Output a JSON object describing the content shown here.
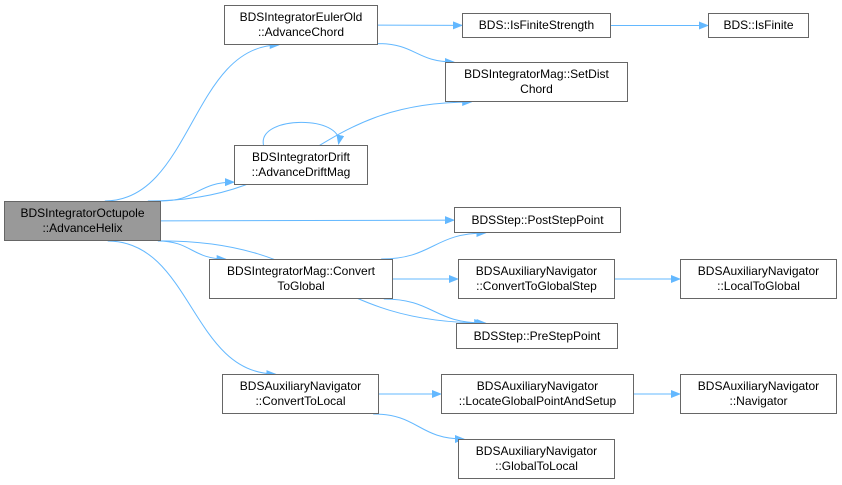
{
  "diagram": {
    "edge_color": "#63b8ff",
    "root_fill": "#999999",
    "node_border": "#666666",
    "nodes": [
      {
        "id": "root",
        "lines": [
          "BDSIntegratorOctupole",
          "::AdvanceHelix"
        ],
        "root": true
      },
      {
        "id": "euler",
        "lines": [
          "BDSIntegratorEulerOld",
          "::AdvanceChord"
        ]
      },
      {
        "id": "finitestrength",
        "lines": [
          "BDS::IsFiniteStrength"
        ]
      },
      {
        "id": "isfinite",
        "lines": [
          "BDS::IsFinite"
        ]
      },
      {
        "id": "setdist",
        "lines": [
          "BDSIntegratorMag::SetDist",
          "Chord"
        ]
      },
      {
        "id": "drift",
        "lines": [
          "BDSIntegratorDrift",
          "::AdvanceDriftMag"
        ]
      },
      {
        "id": "post",
        "lines": [
          "BDSStep::PostStepPoint"
        ]
      },
      {
        "id": "convglobal",
        "lines": [
          "BDSIntegratorMag::Convert",
          "ToGlobal"
        ]
      },
      {
        "id": "auxconvglobalstep",
        "lines": [
          "BDSAuxiliaryNavigator",
          "::ConvertToGlobalStep"
        ]
      },
      {
        "id": "auxlocaltoglobal",
        "lines": [
          "BDSAuxiliaryNavigator",
          "::LocalToGlobal"
        ]
      },
      {
        "id": "pre",
        "lines": [
          "BDSStep::PreStepPoint"
        ]
      },
      {
        "id": "auxconvlocal",
        "lines": [
          "BDSAuxiliaryNavigator",
          "::ConvertToLocal"
        ]
      },
      {
        "id": "auxlocate",
        "lines": [
          "BDSAuxiliaryNavigator",
          "::LocateGlobalPointAndSetup"
        ]
      },
      {
        "id": "auxnavigator",
        "lines": [
          "BDSAuxiliaryNavigator",
          "::Navigator"
        ]
      },
      {
        "id": "auxglobaltolocal",
        "lines": [
          "BDSAuxiliaryNavigator",
          "::GlobalToLocal"
        ]
      }
    ],
    "edges": [
      [
        "root",
        "euler"
      ],
      [
        "root",
        "setdist"
      ],
      [
        "root",
        "drift"
      ],
      [
        "root",
        "post"
      ],
      [
        "root",
        "convglobal"
      ],
      [
        "root",
        "pre"
      ],
      [
        "root",
        "auxconvlocal"
      ],
      [
        "euler",
        "finitestrength"
      ],
      [
        "euler",
        "setdist"
      ],
      [
        "finitestrength",
        "isfinite"
      ],
      [
        "drift",
        "drift"
      ],
      [
        "convglobal",
        "post"
      ],
      [
        "convglobal",
        "auxconvglobalstep"
      ],
      [
        "convglobal",
        "pre"
      ],
      [
        "auxconvglobalstep",
        "auxlocaltoglobal"
      ],
      [
        "auxconvlocal",
        "auxlocate"
      ],
      [
        "auxconvlocal",
        "auxglobaltolocal"
      ],
      [
        "auxlocate",
        "auxnavigator"
      ]
    ]
  }
}
